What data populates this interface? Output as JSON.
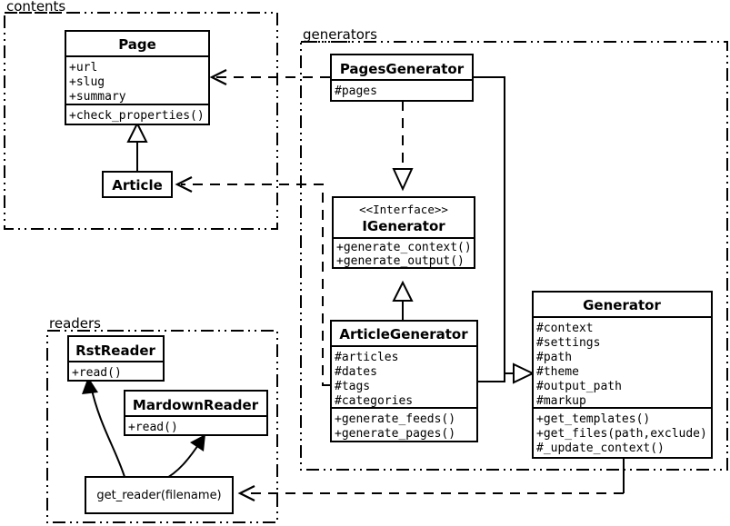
{
  "diagram": {
    "title": "Pelican architecture UML class diagram",
    "background_color": "#ffffff",
    "line_color": "#000000"
  },
  "packages": [
    {
      "id": "contents",
      "label": "contents"
    },
    {
      "id": "generators",
      "label": "generators"
    },
    {
      "id": "readers",
      "label": "readers"
    }
  ],
  "classes": {
    "page": {
      "name": "Page",
      "attributes": [
        "+url",
        "+slug",
        "+summary"
      ],
      "methods": [
        "+check_properties()"
      ]
    },
    "article": {
      "name": "Article",
      "attributes": [],
      "methods": []
    },
    "pages_generator": {
      "name": "PagesGenerator",
      "attributes": [
        "#pages"
      ],
      "methods": []
    },
    "igenerator": {
      "stereotype": "<<Interface>>",
      "name": "IGenerator",
      "attributes": [],
      "methods": [
        "+generate_context()",
        "+generate_output()"
      ]
    },
    "article_generator": {
      "name": "ArticleGenerator",
      "attributes": [
        "#articles",
        "#dates",
        "#tags",
        "#categories"
      ],
      "methods": [
        "+generate_feeds()",
        "+generate_pages()"
      ]
    },
    "generator": {
      "name": "Generator",
      "attributes": [
        "#context",
        "#settings",
        "#path",
        "#theme",
        "#output_path",
        "#markup"
      ],
      "methods": [
        "+get_templates()",
        "+get_files(path,exclude)",
        "#_update_context()"
      ]
    },
    "rst_reader": {
      "name": "RstReader",
      "attributes": [],
      "methods": [
        "+read()"
      ]
    },
    "mardown_reader": {
      "name": "MardownReader",
      "attributes": [],
      "methods": [
        "+read()"
      ]
    },
    "get_reader": {
      "name": "get_reader(filename)"
    }
  },
  "relationships": [
    {
      "id": "article-inherits-page",
      "type": "generalization",
      "from": "Article",
      "to": "Page"
    },
    {
      "id": "pagesgen-depends-page",
      "type": "dependency",
      "from": "PagesGenerator",
      "to": "Page"
    },
    {
      "id": "articlegen-depends-article",
      "type": "dependency",
      "from": "ArticleGenerator",
      "to": "Article"
    },
    {
      "id": "pagesgen-realizes-igenerator",
      "type": "realization",
      "from": "PagesGenerator",
      "to": "IGenerator"
    },
    {
      "id": "articlegen-inherits-igen",
      "type": "generalization",
      "from": "ArticleGenerator",
      "to": "IGenerator"
    },
    {
      "id": "pagesgen-inherits-generator",
      "type": "generalization",
      "from": "PagesGenerator",
      "to": "Generator"
    },
    {
      "id": "articlegen-inherits-gen",
      "type": "generalization",
      "from": "ArticleGenerator",
      "to": "Generator"
    },
    {
      "id": "generator-depends-getreader",
      "type": "dependency",
      "from": "Generator",
      "to": "get_reader(filename)"
    },
    {
      "id": "getreader-creates-rst",
      "type": "create",
      "from": "get_reader(filename)",
      "to": "RstReader"
    },
    {
      "id": "getreader-creates-markdown",
      "type": "create",
      "from": "get_reader(filename)",
      "to": "MardownReader"
    }
  ]
}
